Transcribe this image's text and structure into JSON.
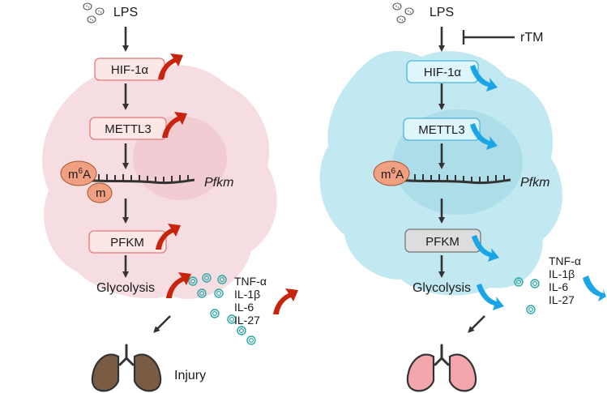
{
  "left_panel": {
    "lps": "LPS",
    "hif": "HIF-1α",
    "mettl3": "METTL3",
    "m6a_base": "m",
    "m6a_sup": "6",
    "m6a_suffix": "A",
    "m_small": "m",
    "pfkm_gene": "Pfkm",
    "pfkm": "PFKM",
    "glycolysis": "Glycolysis",
    "cytokines": [
      "TNF-α",
      "IL-1β",
      "IL-6",
      "IL-27"
    ],
    "outcome": "Injury"
  },
  "right_panel": {
    "lps": "LPS",
    "inhibitor": "rTM",
    "hif": "HIF-1α",
    "mettl3": "METTL3",
    "m6a_base": "m",
    "m6a_sup": "6",
    "m6a_suffix": "A",
    "pfkm_gene": "Pfkm",
    "pfkm": "PFKM",
    "glycolysis": "Glycolysis",
    "cytokines": [
      "TNF-α",
      "IL-1β",
      "IL-6",
      "IL-27"
    ]
  },
  "colors": {
    "left_cell": "#f6dde2",
    "left_nucleus": "#f0c9d0",
    "left_box_fill": "#fde6e6",
    "left_box_stroke": "#e07b7b",
    "right_cell": "#c2e9f1",
    "right_nucleus": "#a9dbe7",
    "right_box_fill": "#def5fb",
    "right_box_stroke": "#4bb6dd",
    "pfkm_gray": "#dddddd",
    "up_arrow": "#c8230c",
    "down_arrow": "#1aa5e6",
    "m6a_blob": "#f0a080",
    "lung_injured": "#7a5c44",
    "lung_healthy": "#f4a6ad",
    "vesicle": "#2aa6a4"
  },
  "icons": {
    "up": "red-up-curved-arrow",
    "down": "blue-down-curved-arrow",
    "bacteria": "bacteria-icon",
    "lung": "lung-icon",
    "vesicle": "vesicle-icon",
    "rna": "mrna-strand-icon",
    "inhibit": "inhibition-bar-icon"
  }
}
